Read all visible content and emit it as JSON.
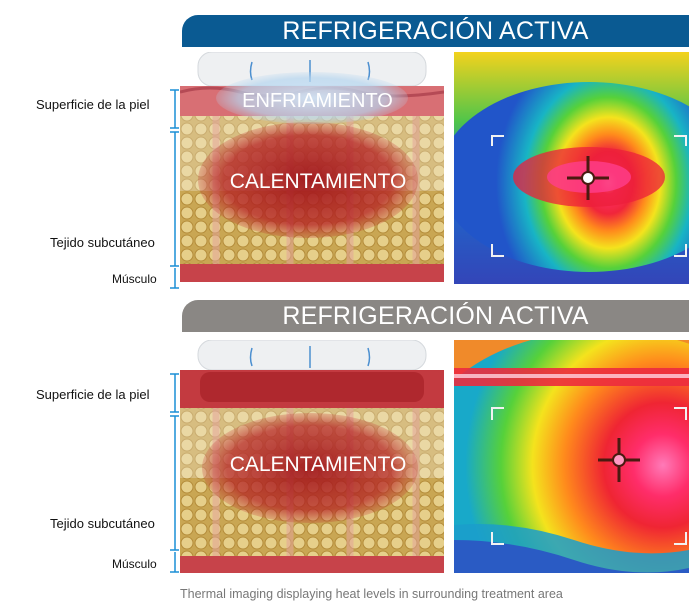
{
  "colors": {
    "banner_top": "#0a5a92",
    "banner_bottom": "#8a8784",
    "bracket_blue": "#1a8fd6"
  },
  "panels": [
    {
      "banner": "REFRIGERACIÓN ACTIVA",
      "cool_label": "ENFRIAMIENTO",
      "heat_label": "CALENTAMIENTO",
      "labels": {
        "surface": "Superficie de la piel",
        "subcutaneous": "Tejido subcutáneo",
        "muscle": "Músculo"
      }
    },
    {
      "banner": "REFRIGERACIÓN ACTIVA",
      "heat_label": "CALENTAMIENTO",
      "labels": {
        "surface": "Superficie de la piel",
        "subcutaneous": "Tejido subcutáneo",
        "muscle": "Músculo"
      }
    }
  ],
  "caption": "Thermal imaging displaying heat levels in surrounding treatment area"
}
